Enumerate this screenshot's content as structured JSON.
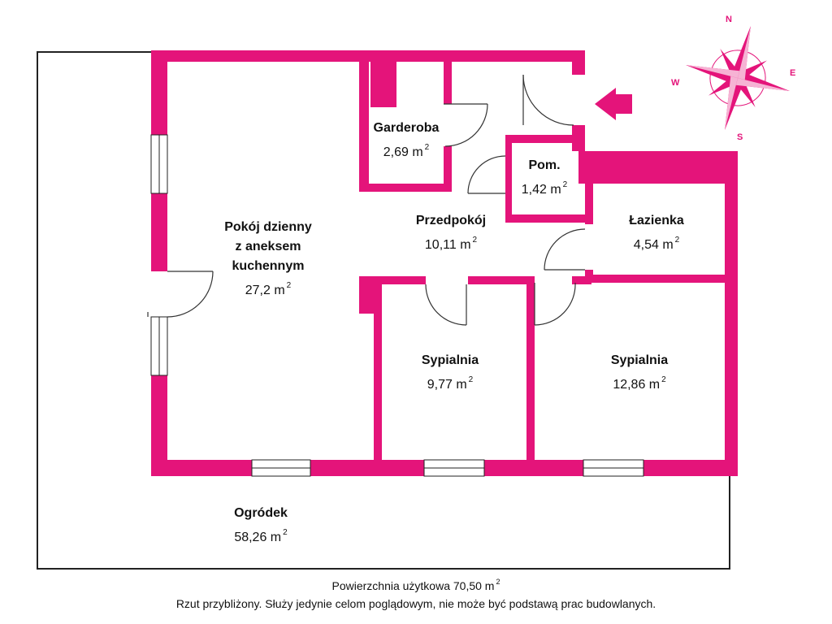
{
  "colors": {
    "wall": "#e4147a",
    "line": "#222222",
    "text": "#111111"
  },
  "rooms": {
    "garderoba": {
      "lines": [
        "Garderoba"
      ],
      "area": "2,69 m",
      "unit_exp": "2"
    },
    "pom": {
      "lines": [
        "Pom."
      ],
      "area": "1,42 m",
      "unit_exp": "2"
    },
    "pokoj": {
      "lines": [
        "Pokój dzienny",
        "z aneksem",
        "kuchennym"
      ],
      "area": "27,2 m",
      "unit_exp": "2"
    },
    "przedpokoj": {
      "lines": [
        "Przedpokój"
      ],
      "area": "10,11 m",
      "unit_exp": "2"
    },
    "lazienka": {
      "lines": [
        "Łazienka"
      ],
      "area": "4,54 m",
      "unit_exp": "2"
    },
    "sypialnia1": {
      "lines": [
        "Sypialnia"
      ],
      "area": "9,77 m",
      "unit_exp": "2"
    },
    "sypialnia2": {
      "lines": [
        "Sypialnia"
      ],
      "area": "12,86 m",
      "unit_exp": "2"
    },
    "ogrodek": {
      "lines": [
        "Ogródek"
      ],
      "area": "58,26 m",
      "unit_exp": "2"
    }
  },
  "compass": {
    "n": "N",
    "e": "E",
    "s": "S",
    "w": "W"
  },
  "footer": {
    "total": "Powierzchnia użytkowa 70,50 m",
    "total_exp": "2",
    "disclaimer": "Rzut przybliżony. Służy jedynie celom poglądowym, nie może być podstawą prac budowlanych."
  }
}
